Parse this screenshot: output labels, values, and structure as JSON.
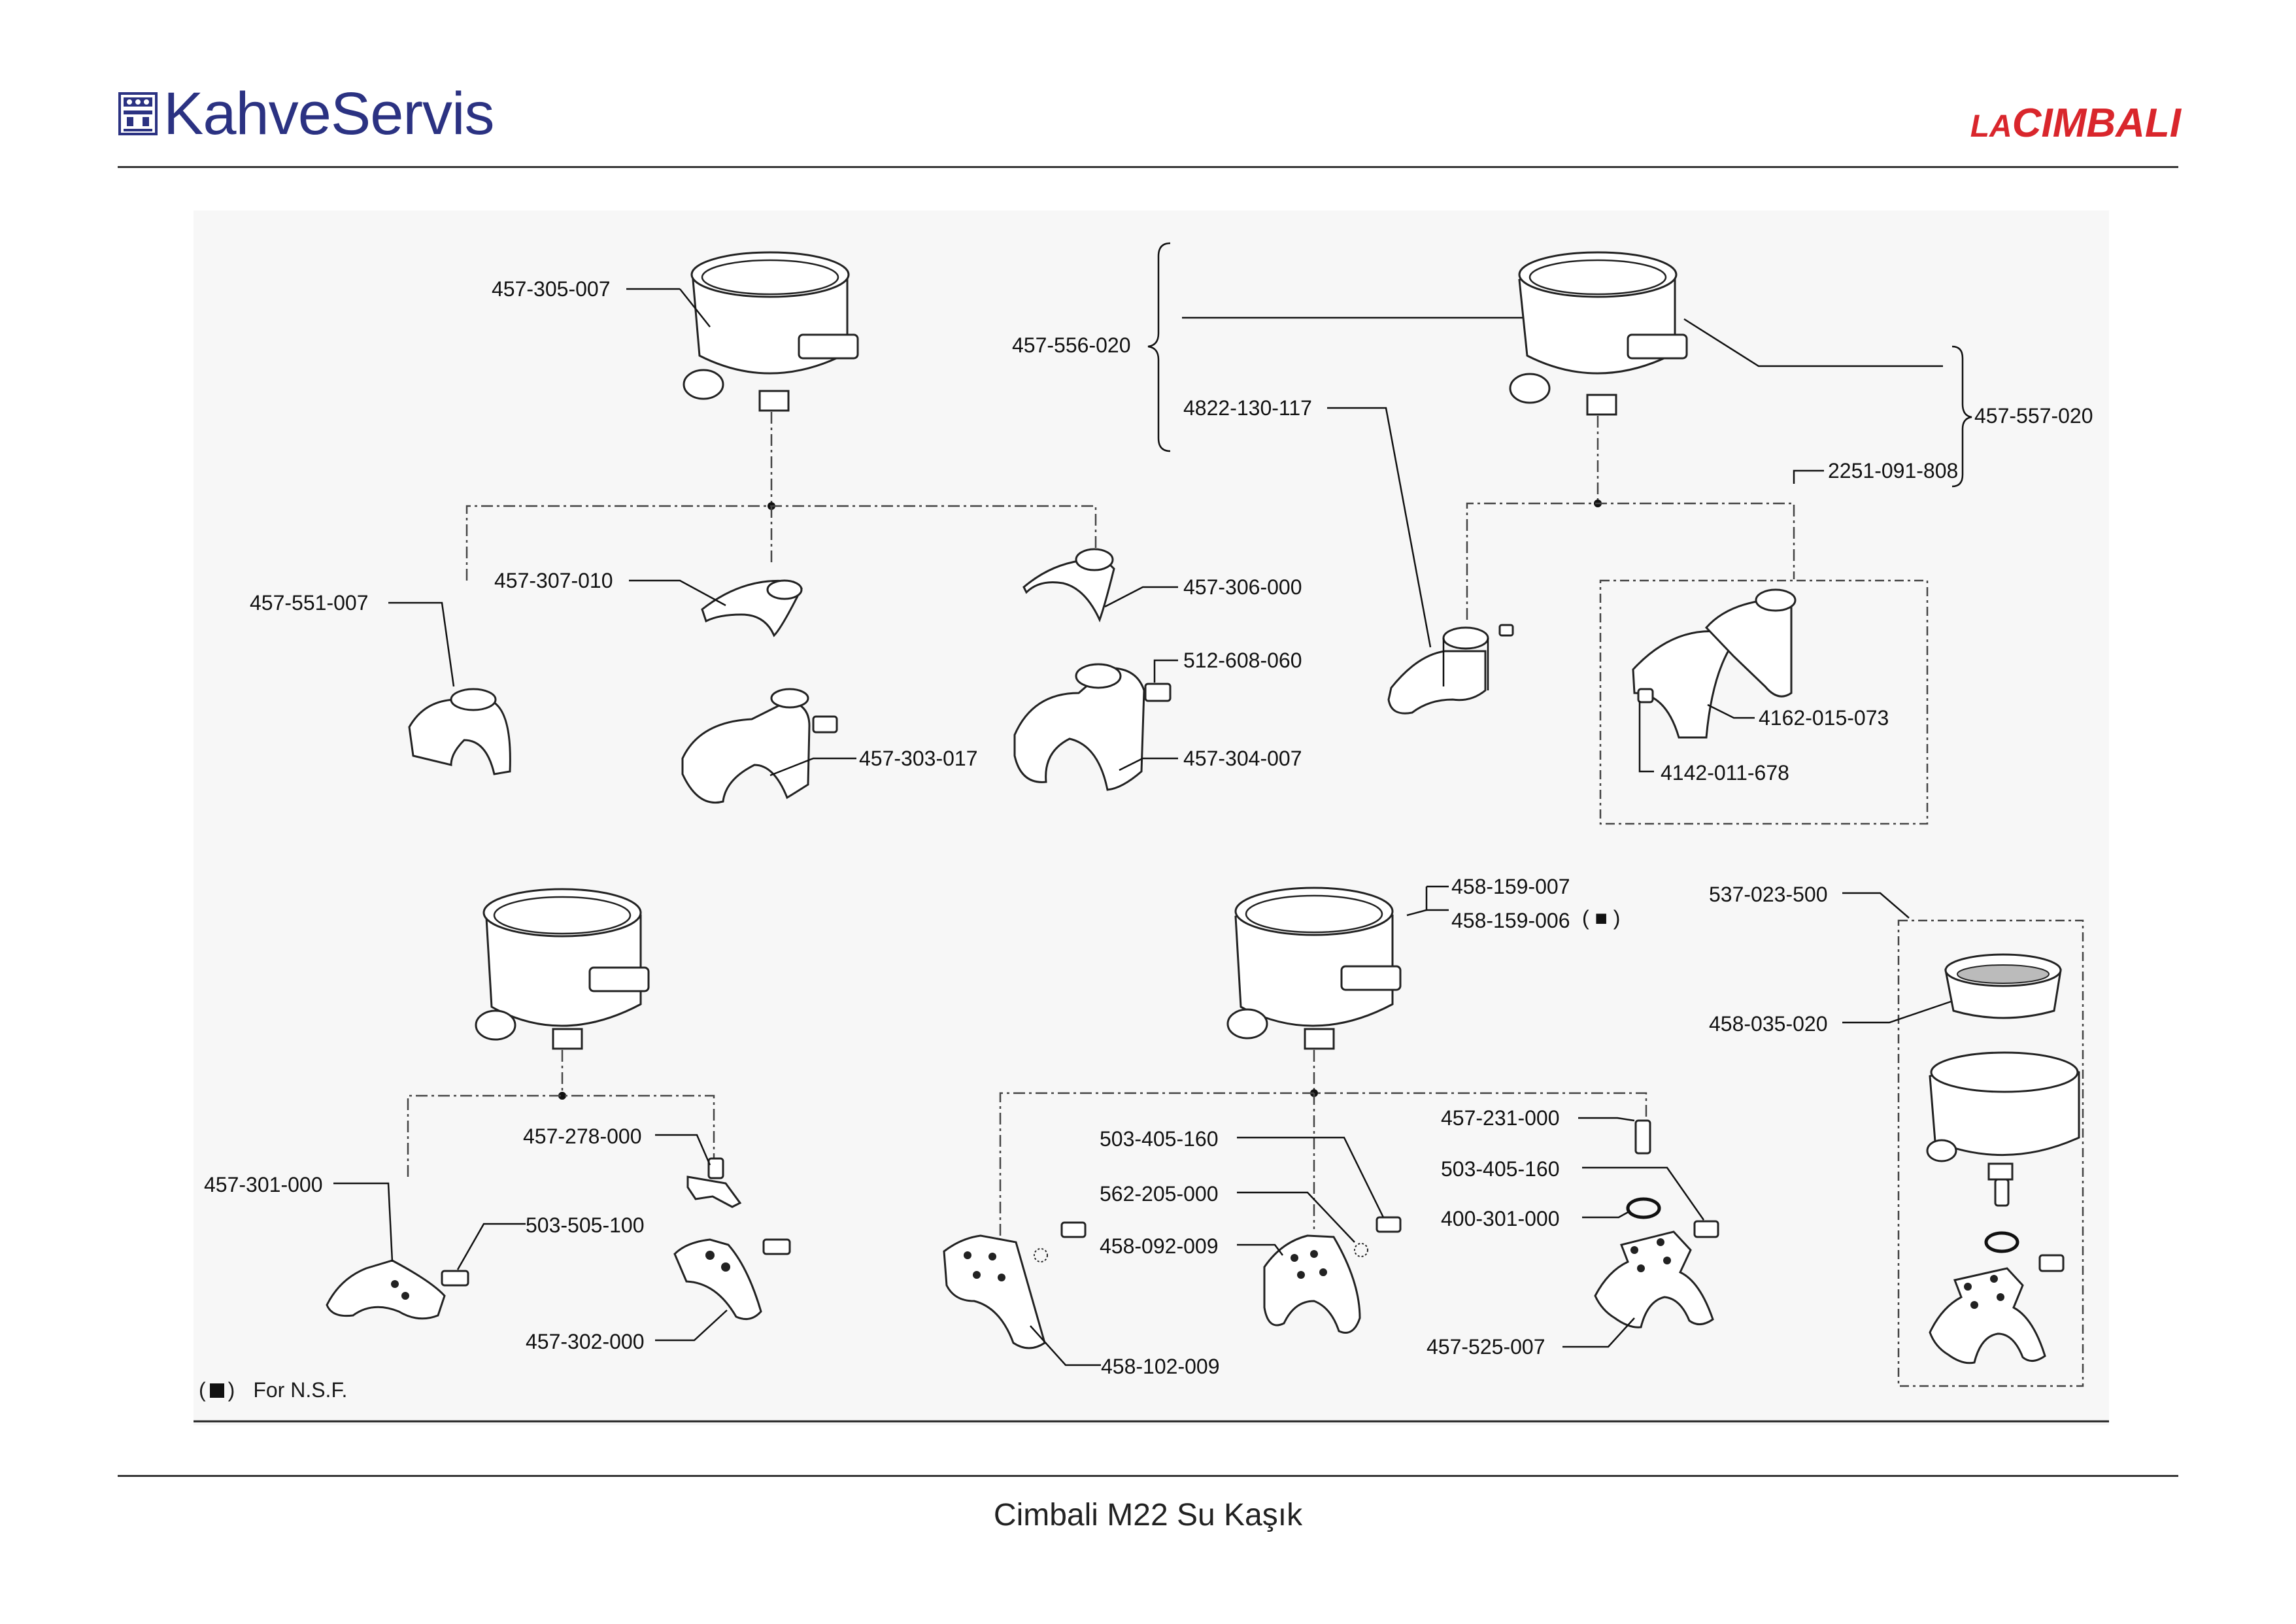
{
  "header": {
    "brand": "KahveServis",
    "logo": "LACIMBALI",
    "logo_prefix": "LA",
    "logo_main": "CIMBALI",
    "brand_color": "#2b3282",
    "logo_color": "#d9262c"
  },
  "legend": {
    "open": "(",
    "close": ")",
    "text": "For N.S.F."
  },
  "footer": {
    "caption": "Cimbali M22 Su Kaşık"
  },
  "parts": {
    "p1": "457-305-007",
    "p2": "457-556-020",
    "p3": "4822-130-117",
    "p4": "457-557-020",
    "p5": "2251-091-808",
    "p6": "457-551-007",
    "p7": "457-307-010",
    "p8": "457-306-000",
    "p9": "512-608-060",
    "p10": "457-303-017",
    "p11": "457-304-007",
    "p12": "4162-015-073",
    "p13": "4142-011-678",
    "p14": "458-159-007",
    "p15": "458-159-006",
    "p16": "537-023-500",
    "p17": "458-035-020",
    "p18": "457-278-000",
    "p19": "457-301-000",
    "p20": "503-505-100",
    "p21": "457-302-000",
    "p22": "503-405-160",
    "p23": "562-205-000",
    "p24": "458-092-009",
    "p25": "458-102-009",
    "p26": "457-231-000",
    "p27": "503-405-160",
    "p28": "400-301-000",
    "p29": "457-525-007"
  },
  "nsf_marker": "( ■ )"
}
